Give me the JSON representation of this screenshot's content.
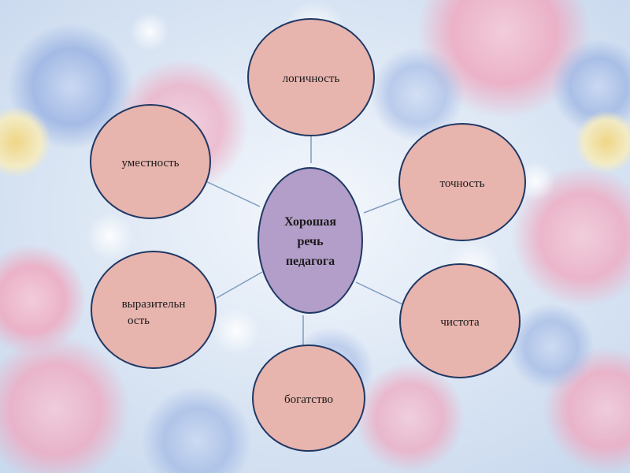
{
  "diagram": {
    "center": {
      "line1": "Хорошая",
      "line2": "речь",
      "line3": "педагога"
    },
    "nodes": {
      "logic": "логичность",
      "accuracy": "точность",
      "purity": "чистота",
      "richness": "богатство",
      "expressiveness_line1": "выразительн",
      "expressiveness_line2": "ость",
      "appropriateness": "уместность"
    }
  },
  "colors": {
    "node_fill": "#e8b4ae",
    "center_fill": "#b39dc9",
    "stroke": "#1f3864",
    "connector": "#7f9cc0"
  }
}
